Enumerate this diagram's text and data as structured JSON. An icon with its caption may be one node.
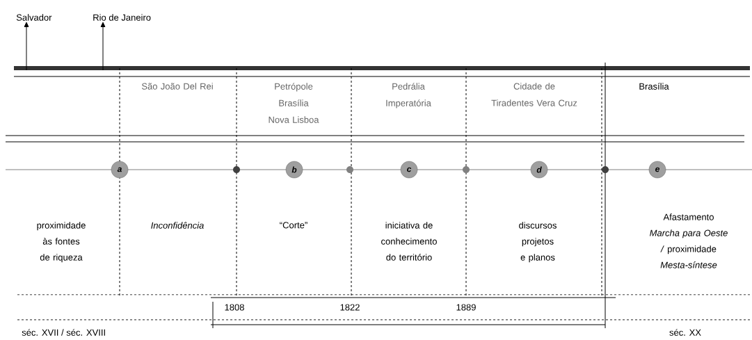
{
  "diagram": {
    "nodes": [
      {
        "text": [
          "Salvador"
        ]
      },
      {
        "text": [
          "Rio de Janeiro"
        ]
      },
      {
        "text": [
          "a"
        ]
      },
      {
        "text": [
          "b"
        ]
      },
      {
        "text": [
          "c"
        ]
      },
      {
        "text": [
          "d"
        ]
      },
      {
        "text": [
          "e"
        ]
      }
    ],
    "edges": [
      {
        "from": null,
        "to": 0,
        "arrow": "to"
      },
      {
        "from": null,
        "to": 1,
        "arrow": "to"
      }
    ],
    "labels": [
      "São João Del Rei",
      "Petrópole Brasília Nova Lisboa",
      "Pedrália Imperatória",
      "Cidade de Tiradentes Vera Cruz",
      "Brasília",
      "proximidade às fontes de riqueza",
      "Inconfidência",
      "“Corte”",
      "iniciativa de conhecimento do território",
      "discursos projetos e planos",
      "Afastamento *Marcha para Oeste /* proximidade *Mesta-síntese*",
      "1808",
      "1822",
      "1889",
      "séc. XVII / séc. XVIII",
      "séc. XX"
    ]
  }
}
